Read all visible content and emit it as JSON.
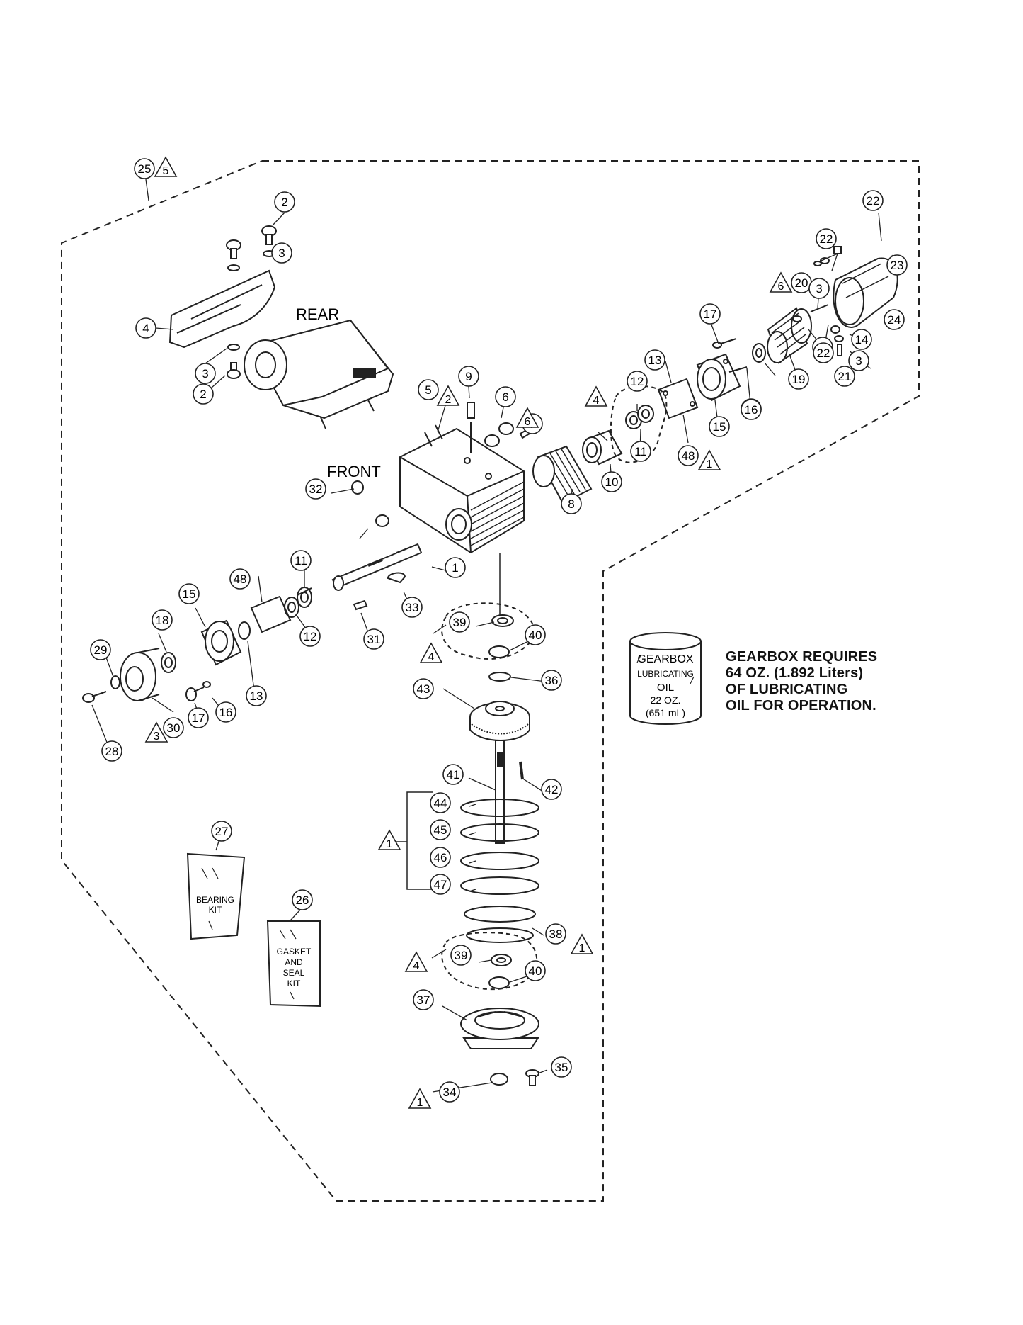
{
  "labels": {
    "rear": "REAR",
    "front": "FRONT"
  },
  "callouts": [
    "1",
    "2",
    "3",
    "4",
    "5",
    "6",
    "7",
    "8",
    "9",
    "10",
    "11",
    "12",
    "13",
    "14",
    "15",
    "16",
    "17",
    "18",
    "19",
    "20",
    "21",
    "22",
    "23",
    "24",
    "25",
    "26",
    "27",
    "28",
    "29",
    "30",
    "31",
    "32",
    "33",
    "34",
    "35",
    "36",
    "37",
    "38",
    "39",
    "40",
    "41",
    "42",
    "43",
    "44",
    "45",
    "46",
    "47",
    "48"
  ],
  "triangle_marks": [
    "1",
    "2",
    "3",
    "4",
    "5",
    "6"
  ],
  "kits": {
    "bearing": [
      "BEARING",
      "KIT"
    ],
    "gasket": [
      "GASKET",
      "AND",
      "SEAL",
      "KIT"
    ]
  },
  "oil_can": [
    "GEARBOX",
    "LUBRICATING",
    "OIL",
    "22 OZ.",
    "(651 mL)"
  ],
  "note": [
    "GEARBOX REQUIRES",
    "64 OZ.  (1.892 Liters)",
    "OF LUBRICATING",
    "OIL FOR OPERATION."
  ]
}
